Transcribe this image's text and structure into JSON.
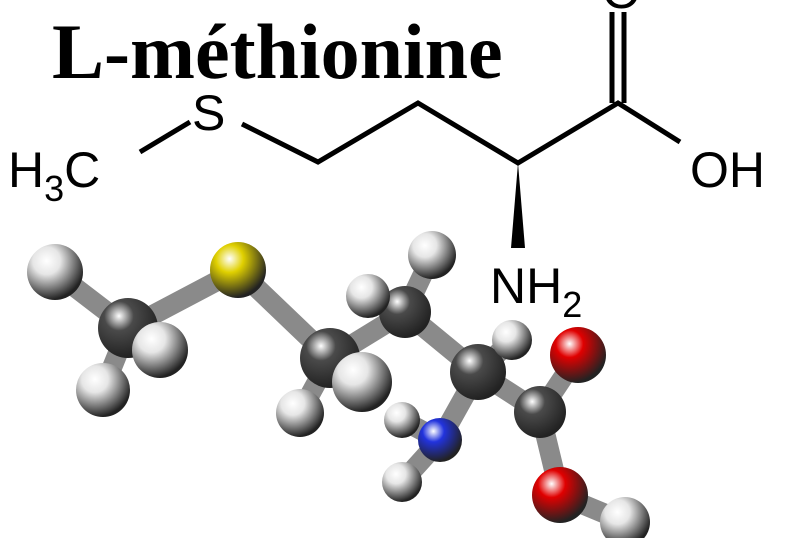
{
  "title": "L-méthionine",
  "structure": {
    "labels": {
      "sulfur": "S",
      "methyl_main": "H",
      "methyl_sub": "3",
      "methyl_tail": "C",
      "carbonyl_oxygen": "O",
      "hydroxyl": "OH",
      "amine_main": "NH",
      "amine_sub": "2"
    }
  },
  "model": {
    "colors": {
      "carbon": "#4a4a4a",
      "hydrogen": "#e6e6e6",
      "sulfur": "#e0d000",
      "nitrogen": "#2233dd",
      "oxygen": "#e00000",
      "bond": "#8a8a8a"
    }
  }
}
